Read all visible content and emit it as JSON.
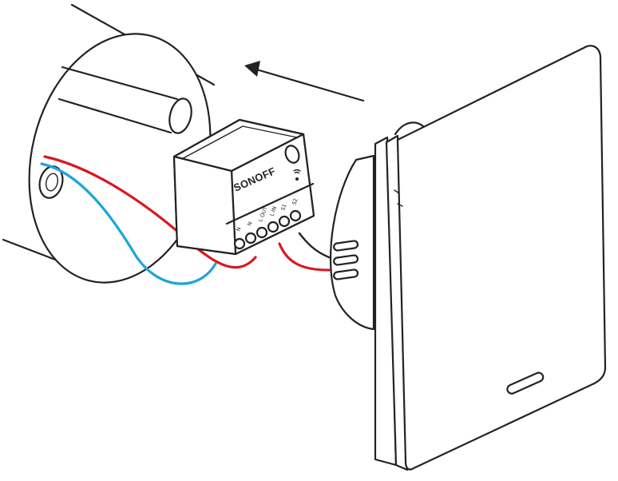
{
  "module": {
    "brand": "SONOFF",
    "terminal_labels": [
      "N",
      "N",
      "L OUT",
      "L IN",
      "S1",
      "S2"
    ]
  },
  "colors": {
    "live_wire": "#d71920",
    "neutral_wire": "#1aa6d9",
    "outline": "#222222"
  },
  "icons": [
    "direction-arrow-icon",
    "wifi-icon",
    "pairing-button-icon"
  ]
}
